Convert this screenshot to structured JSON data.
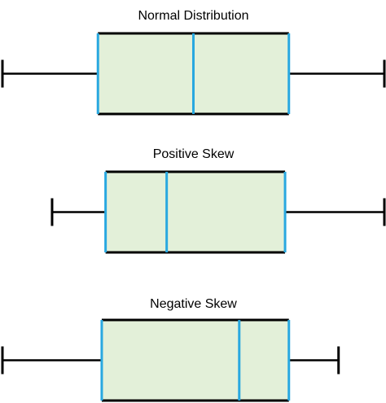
{
  "colors": {
    "box_fill": "#e3f0d9",
    "box_outline": "#000000",
    "quartile_line": "#29a8e0",
    "whisker": "#000000",
    "background": "#ffffff"
  },
  "chart_data": [
    {
      "type": "boxplot",
      "title": "Normal Distribution",
      "min": 0,
      "q1": 25,
      "median": 50,
      "q3": 75,
      "max": 100
    },
    {
      "type": "boxplot",
      "title": "Positive Skew",
      "min": 13,
      "q1": 27,
      "median": 43,
      "q3": 74,
      "max": 100
    },
    {
      "type": "boxplot",
      "title": "Negative Skew",
      "min": 0,
      "q1": 26,
      "median": 62,
      "q3": 75,
      "max": 88
    }
  ]
}
